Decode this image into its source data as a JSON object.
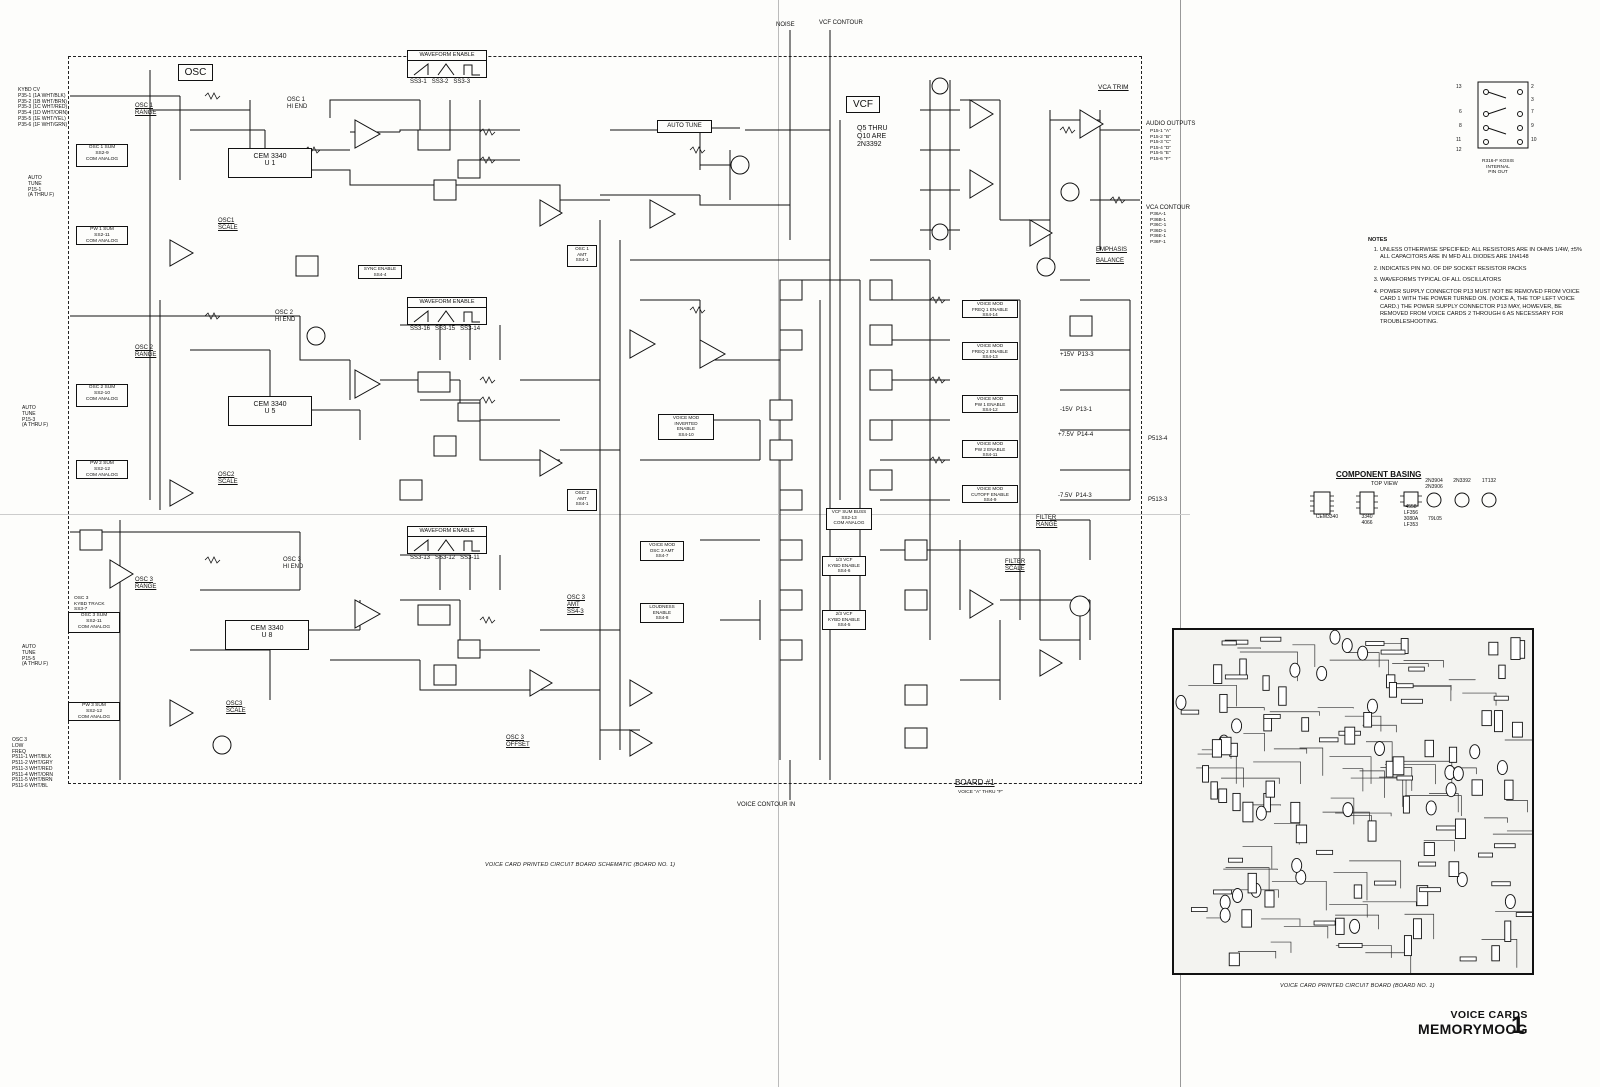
{
  "title": {
    "line1": "VOICE CARDS",
    "line2": "MEMORYMOOG",
    "number": "1"
  },
  "captions": {
    "schematic": "VOICE CARD PRINTED CIRCUIT BOARD SCHEMATIC (BOARD NO. 1)",
    "pcb": "VOICE CARD PRINTED CIRCUIT BOARD (BOARD NO. 1)",
    "board": "BOARD #1",
    "board_sub": "VOICE \"A\" THRU \"F\""
  },
  "blocks": {
    "osc": "OSC",
    "vcf": "VCF",
    "q5_note": "Q5 THRU\nQ10 ARE\n2N3392",
    "vca_trim": "VCA TRIM",
    "audio_outputs": "AUDIO OUTPUTS",
    "vca_contour": "VCA CONTOUR",
    "emphasis": "EMPHASIS",
    "balance": "BALANCE",
    "filter_range": "FILTER\nRANGE",
    "filter_scale": "FILTER\nSCALE",
    "noise": "NOISE",
    "vcf_contour": "VCF CONTOUR",
    "vcf_contour_bottom": "VOICE CONTOUR IN",
    "auto_tune_box": "AUTO TUNE"
  },
  "waveform_enables": [
    {
      "title": "WAVEFORM ENABLE",
      "pins": [
        "SS3-1",
        "SS3-2",
        "SS3-3"
      ]
    },
    {
      "title": "WAVEFORM ENABLE",
      "pins": [
        "SS3-16",
        "SS3-15",
        "SS3-14"
      ]
    },
    {
      "title": "WAVEFORM ENABLE",
      "pins": [
        "SS3-13",
        "SS3-12",
        "SS3-11"
      ]
    }
  ],
  "ics": [
    {
      "label": "CEM 3340\nU 1"
    },
    {
      "label": "CEM 3340\nU 5"
    },
    {
      "label": "CEM 3340\nU 8"
    }
  ],
  "left_inputs": [
    {
      "text": "KYBD CV\nP35-1 (1A WHT/BLK)\nP35-2 (1B WHT/BRN)\nP35-3 (1C WHT/RED)\nP35-4 (1D WHT/ORN)\nP35-5 (1E WHT/YEL)\nP35-6 (1F WHT/GRN)"
    },
    {
      "text": "AUTO\nTUNE\nP15-1\n(A THRU F)"
    },
    {
      "text": "AUTO\nTUNE\nP15-3\n(A THRU F)"
    },
    {
      "text": "AUTO\nTUNE\nP15-5\n(A THRU F)"
    },
    {
      "text": "OSC 3\nLOW\nFREQ\nP511-1 WHT/BLK\nP511-2 WHT/GRY\nP511-3 WHT/RED\nP511-4 WHT/ORN\nP511-5 WHT/BRN\nP511-6 WHT/BL"
    }
  ],
  "notes": {
    "heading": "NOTES",
    "items": [
      "UNLESS OTHERWISE SPECIFIED: ALL RESISTORS ARE IN OHMS 1/4W, ±5% ALL CAPACITORS ARE IN MFD ALL DIODES ARE 1N4148",
      "INDICATES PIN NO. OF DIP SOCKET RESISTOR PACKS",
      "WAVEFORMS TYPICAL OF ALL OSCILLATORS",
      "POWER SUPPLY CONNECTOR P13 MUST NOT BE REMOVED FROM VOICE CARD 1 WITH THE POWER TURNED ON. (VOICE A, THE TOP LEFT VOICE CARD.) THE POWER SUPPLY CONNECTOR P13 MAY, HOWEVER, BE REMOVED FROM VOICE CARDS 2 THROUGH 6 AS NECESSARY FOR TROUBLESHOOTING."
    ]
  },
  "component_basing": {
    "title": "COMPONENT BASING",
    "subtitle": "TOP VIEW",
    "parts": [
      "CEM3340",
      "3340\n4066",
      "4558\nLF356\n3080A\nLF353",
      "2N3904\n2N3906",
      "2N3392",
      "1T132",
      "79L05"
    ]
  },
  "relay_pinout": {
    "caption": "R316-F KOSIS\nINTERNAL\nPIN OUT",
    "pins": [
      "13",
      "2",
      "3",
      "6",
      "7",
      "9",
      "8",
      "11",
      "12",
      "10"
    ]
  },
  "power_pins": [
    {
      "text": "+15V  P13-3"
    },
    {
      "text": "-15V  P13-1"
    },
    {
      "text": "+7.5V  P14-4"
    },
    {
      "text": "-7.5V  P14-3"
    },
    {
      "text": "P513-4"
    },
    {
      "text": "P513-3"
    }
  ],
  "vca_pins": {
    "audio": "P15-1 \"A\"\nP15-2 \"B\"\nP15-3 \"C\"\nP15-4 \"D\"\nP15-5 \"E\"\nP15-6 \"F\"",
    "contour": "P36A-1\nP36B-1\nP36C-1\nP36D-1\nP36E-1\nP36F-1"
  },
  "mod_enables": [
    "VOICE MOD\nFREQ 1 ENABLE\nSS4-14",
    "VOICE MOD\nFREQ 2 ENABLE\nSS4-13",
    "VOICE MOD\nPW 1 ENABLE\nSS4-12",
    "VOICE MOD\nPW 2 ENABLE\nSS4-11",
    "VOICE MOD\nCUTOFF ENABLE\nSS4-9",
    "VOICE MOD\nINVERTED\nENABLE\nSS4-10",
    "VOICE MOD\nOSC 3 AMT\nSS4-7",
    "LOUDNESS\nENABLE\nSS4-8",
    "1/3 VCF\nKYBD ENABLE\nSS4-6",
    "2/3 VCF\nKYBD ENABLE\nSS4-5",
    "SYNC ENABLE\nSS4-4"
  ],
  "sum_boxes": [
    "OSC 1 SUM\nSS2-9\nCOM ANALOG",
    "PW 1 SUM\nSS2-11\nCOM ANALOG",
    "OSC 2 SUM\nSS2-10\nCOM ANALOG",
    "PW 2 SUM\nSS2-12\nCOM ANALOG",
    "OSC 3 SUM\nSS2-11\nCOM ANALOG",
    "PW 3 SUM\nSS2-12\nCOM ANALOG"
  ],
  "labels_misc": {
    "osc1_amt": "OSC 1\nAMT\nSS4-1",
    "osc2_amt": "OSC 2\nAMT\nSS4-1",
    "osc3_amt": "OSC 3\nAMT\nSS4-3",
    "osc3_offset": "OSC 3\nOFFSET",
    "osc3_kybd": "OSC 3\nKYBD TRACK\nSS3-7",
    "vcf_sum": "VCF SUM BUSS\nSS2-13\nCOM ANALOG",
    "osc1_range": "OSC 1\nRANGE",
    "osc2_range": "OSC 2\nRANGE",
    "osc3_range": "OSC 3\nRANGE",
    "osc1_hiend": "OSC 1\nHI END",
    "osc2_hiend": "OSC 2\nHI END",
    "osc3_hiend": "OSC 3\nHI END",
    "osc1_scale": "OSC1\nSCALE",
    "osc2_scale": "OSC2\nSCALE",
    "osc3_scale": "OSC3\nSCALE"
  }
}
